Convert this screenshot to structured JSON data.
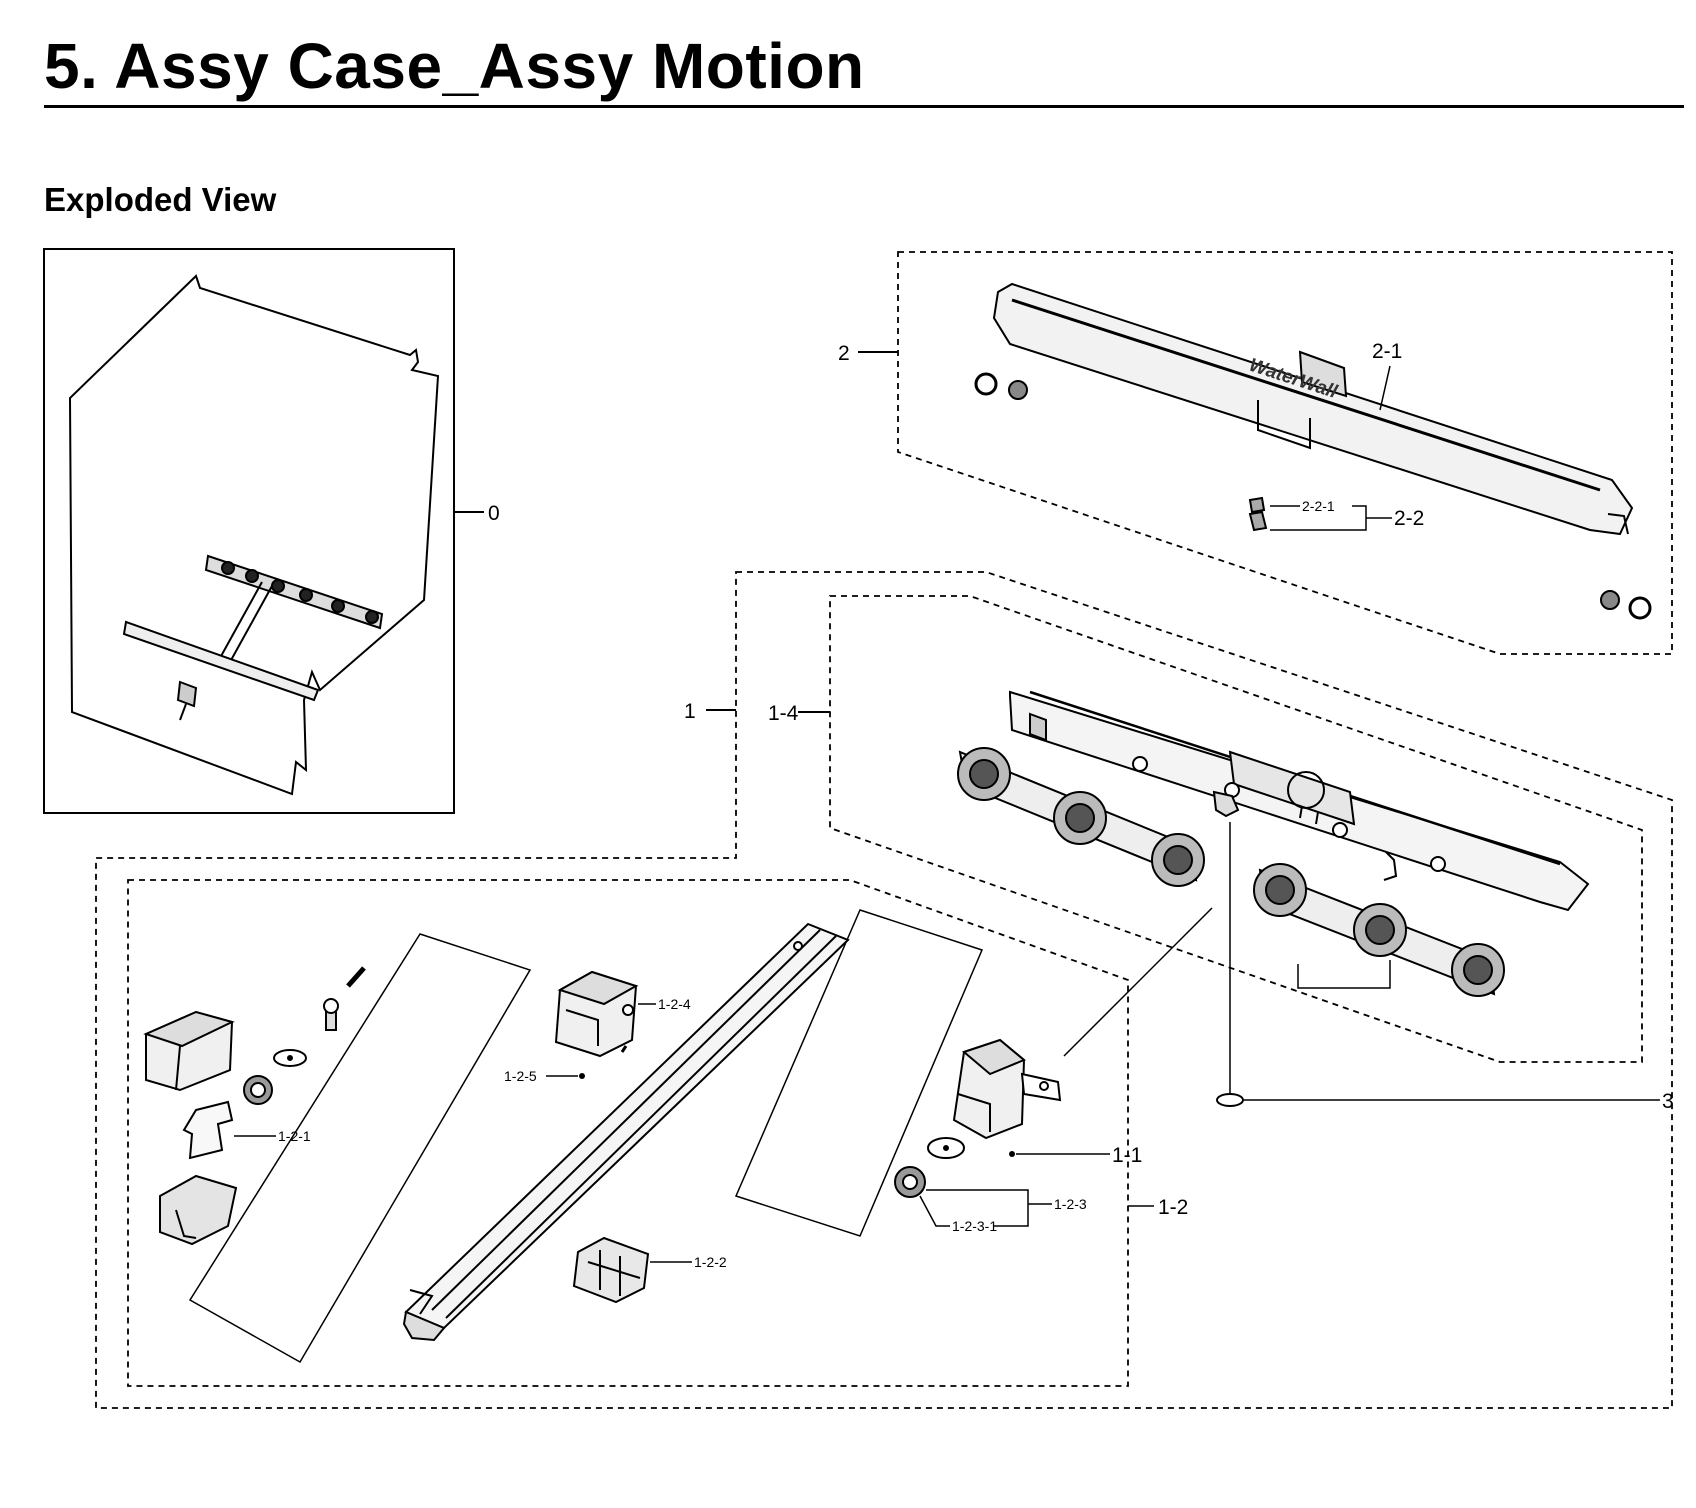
{
  "header": {
    "title": "5.  Assy Case_Assy Motion",
    "subtitle": "Exploded View"
  },
  "diagram": {
    "brand_text": "WaterWall",
    "callouts": {
      "c0": "0",
      "c1": "1",
      "c1_1": "1-1",
      "c1_2": "1-2",
      "c1_2_1": "1-2-1",
      "c1_2_2": "1-2-2",
      "c1_2_3": "1-2-3",
      "c1_2_3_1": "1-2-3-1",
      "c1_2_4": "1-2-4",
      "c1_2_5": "1-2-5",
      "c1_4": "1-4",
      "c2": "2",
      "c2_1": "2-1",
      "c2_2": "2-2",
      "c2_2_1": "2-2-1",
      "c3": "3"
    }
  }
}
